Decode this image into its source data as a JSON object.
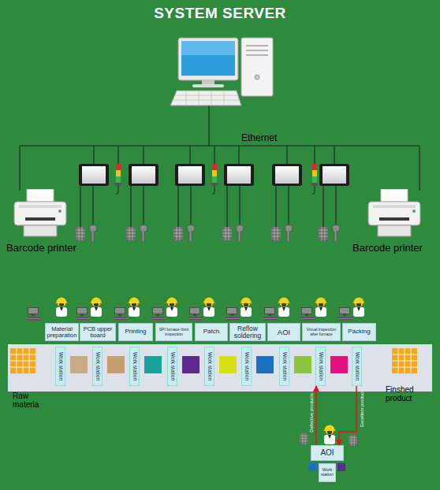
{
  "diagram": {
    "title": "SYSTEM SERVER",
    "nodes": [
      {
        "text": [
          "Material preparation"
        ]
      },
      {
        "text": [
          "PCB upper board"
        ]
      },
      {
        "text": [
          "Printing"
        ]
      },
      {
        "text": [
          "SPI furnace front inspection"
        ]
      },
      {
        "text": [
          "Patch"
        ]
      },
      {
        "text": [
          "Reflow soldering"
        ]
      },
      {
        "text": [
          "AOI"
        ]
      },
      {
        "text": [
          "Visual inspection after furnace"
        ]
      },
      {
        "text": [
          "Packing"
        ]
      },
      {
        "text": [
          "Work station"
        ]
      },
      {
        "text": [
          "Work station"
        ]
      },
      {
        "text": [
          "Work station"
        ]
      },
      {
        "text": [
          "Work station"
        ]
      },
      {
        "text": [
          "Work station"
        ]
      },
      {
        "text": [
          "Work station"
        ]
      },
      {
        "text": [
          "Work station"
        ]
      },
      {
        "text": [
          "Work station"
        ]
      },
      {
        "text": [
          "Work station"
        ]
      },
      {
        "text": [
          "AOI"
        ]
      },
      {
        "text": [
          "Work station"
        ]
      }
    ],
    "edges": [
      {
        "from": 18,
        "to": 16,
        "label": "Defective products",
        "arrow": "to"
      },
      {
        "from": 17,
        "to": 18,
        "label": "Excellent product",
        "arrow": "to"
      }
    ],
    "labels": [
      "Ethernet",
      "Barcode printer",
      "Barcode printer",
      "Raw materia",
      "Finshed product"
    ]
  }
}
